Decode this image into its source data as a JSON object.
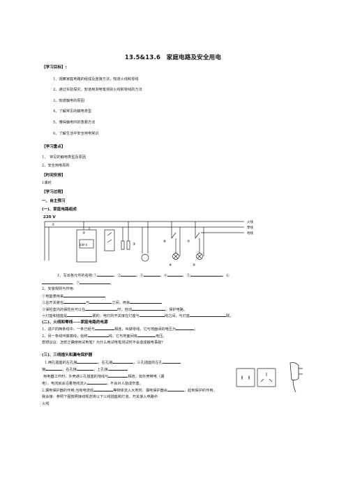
{
  "title": "13.5&13.6　家庭电路及安全用电",
  "goals": {
    "heading": "【学习目标】:",
    "items": [
      "1、观察家庭电路的组成及连接方法，知道火线和零线",
      "2、通过实验探究，知道用测电笔测别火线和零线的方法",
      "3、知道触电的原因",
      "4、了解常见的触电类型",
      "5、懂得触电时的急救方法",
      "6、了解生活中安全用电常识"
    ]
  },
  "focus": {
    "heading": "【学习重点】",
    "items": [
      "1、　常见的触电类型及原因",
      "2、安全用电原则"
    ]
  },
  "time": {
    "heading": "【时间安排】",
    "value": "1课时"
  },
  "process": {
    "heading": "【学习过程】",
    "part1": "一、自主预习",
    "sub1": "(一)、家庭电路组成"
  },
  "diagram": {
    "voltage": "220 V",
    "meter": "kW·h",
    "lines": [
      "火线",
      "零线",
      "地线"
    ],
    "marks": [
      "①",
      "②",
      "③",
      "④",
      "⑤",
      "⑥",
      "⑦"
    ]
  },
  "questions": {
    "q1a": "1、写出各元件的名称:①",
    "q1b": "、②",
    "q1c": "、③",
    "q1d": "、④",
    "q1e": "、⑤",
    "q1f": "，⑥",
    "q1g": "、⑦",
    "q2": "2、安装规则与作用:",
    "r1a": "①电能表用来",
    "r2a": "②总开关装在",
    "r2b": "与",
    "r2c": "之间，用来",
    "r3a": "③保险盒内的保险丝可以在",
    "r3b": "时，自动",
    "r3c": "，保护电路。",
    "r4a": "④灯座和插座是",
    "r4b": "联的，电灯的开关接在灯座与",
    "r4c": "线之间，与灯座",
    "r4d": "联。"
  },
  "sub2": {
    "heading": "(二)、火线和零线——家庭电路的电源",
    "l1a": "1、进户的两条线中，一条已经与",
    "l1b": "相连，叫做零线，它与地面间的电压为",
    "l1c": "；",
    "l2a": "2、另一条线叫做端线，俗称",
    "l2b": "线，它与地面间有",
    "l2c": "电压。",
    "l3": "想想议议：怎样正确使用试电笔？为什么用试电笔测试时不会造成触电事故？"
  },
  "sub3": {
    "heading": "(三)、三线插头和漏电保护器",
    "l1a": "1.两孔插座的左孔接",
    "l1b": "，右孔接",
    "l1c": "，三孔插座的左孔",
    "l2a": "接",
    "l2b": "，右孔接",
    "l2c": "，上孔接",
    "l3a": "用电器工作时，外壳通三孔插座的地线与",
    "l3b": "相连，如外壳带电（漏",
    "l4a": "电），电流就会沿着地线流入",
    "l4b": "，不会对人造成伤害。",
    "l5a": "2.漏电保护器的作用:当有电流经",
    "l5b": "等物体流入大地时，漏电保护器会",
    "l5c": "，起到保护的作用。",
    "l6": "我会接：参照下图按照接线规范将以下三线插座和灯泡、开关接入电路中",
    "l7": "火线"
  }
}
